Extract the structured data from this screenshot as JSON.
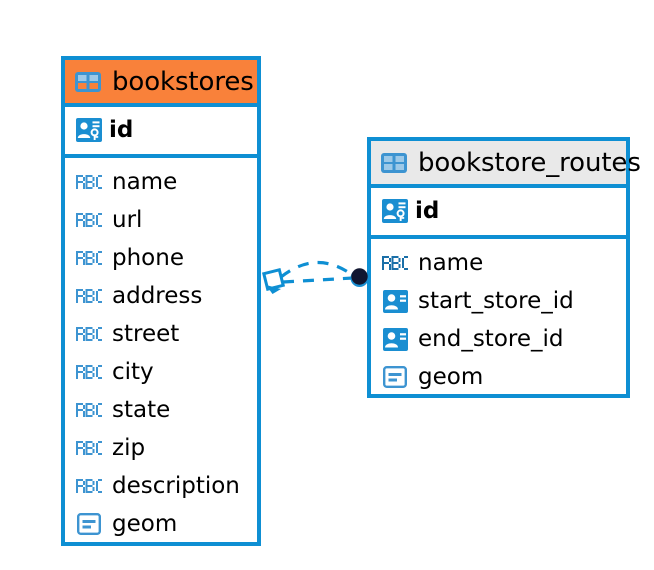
{
  "diagram": {
    "type": "entity-relationship-diagram",
    "background_color": "#ffffff",
    "accent_color": "#0e8fd3",
    "selected_header_color": "#f9813a",
    "normal_header_color": "#e9e9e9",
    "text_color": "#000000"
  },
  "entities": [
    {
      "name": "bookstores",
      "title": "bookstores",
      "header_state": "selected",
      "header_color": "#f9813a",
      "title_icon": "table-icon",
      "primary_key": {
        "label": "id",
        "icon": "primary-key-icon"
      },
      "fields": [
        {
          "label": "name",
          "icon": "abc-text-icon"
        },
        {
          "label": "url",
          "icon": "abc-text-icon"
        },
        {
          "label": "phone",
          "icon": "abc-text-icon"
        },
        {
          "label": "address",
          "icon": "abc-text-icon"
        },
        {
          "label": "street",
          "icon": "abc-text-icon"
        },
        {
          "label": "city",
          "icon": "abc-text-icon"
        },
        {
          "label": "state",
          "icon": "abc-text-icon"
        },
        {
          "label": "zip",
          "icon": "abc-text-icon"
        },
        {
          "label": "description",
          "icon": "abc-text-icon"
        },
        {
          "label": "geom",
          "icon": "geometry-icon"
        }
      ]
    },
    {
      "name": "bookstore_routes",
      "title": "bookstore_routes",
      "header_state": "normal",
      "header_color": "#e9e9e9",
      "title_icon": "table-icon",
      "primary_key": {
        "label": "id",
        "icon": "primary-key-icon"
      },
      "fields": [
        {
          "label": "name",
          "icon": "abc-text-icon"
        },
        {
          "label": "start_store_id",
          "icon": "foreign-key-icon"
        },
        {
          "label": "end_store_id",
          "icon": "foreign-key-icon"
        },
        {
          "label": "geom",
          "icon": "geometry-icon"
        }
      ]
    }
  ],
  "relationship": {
    "style": "dashed",
    "color": "#0e8fd3",
    "source_entity": "bookstores",
    "target_entity": "bookstore_routes",
    "source_endpoint_icon": "diamond-arrow-endpoint",
    "target_endpoint_icon": "filled-circle-endpoint",
    "target_endpoint_color": "#101630",
    "cardinality": "one-to-many"
  }
}
